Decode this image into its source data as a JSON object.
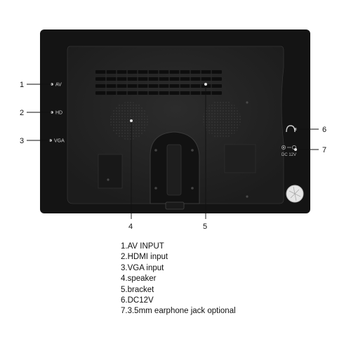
{
  "ports": {
    "av": "AV",
    "hdmi": "HD",
    "vga": "VGA",
    "dc": "DC 12V"
  },
  "callouts": {
    "c1": "1",
    "c2": "2",
    "c3": "3",
    "c4": "4",
    "c5": "5",
    "c6": "6",
    "c7": "7"
  },
  "legend": [
    "1.AV INPUT",
    "2.HDMI input",
    "3.VGA input",
    "4.speaker",
    "5.bracket",
    "6.DC12V",
    "7.3.5mm earphone jack optional"
  ],
  "colors": {
    "body": "#141414",
    "panel": "#262626",
    "lead_line": "#111111"
  }
}
